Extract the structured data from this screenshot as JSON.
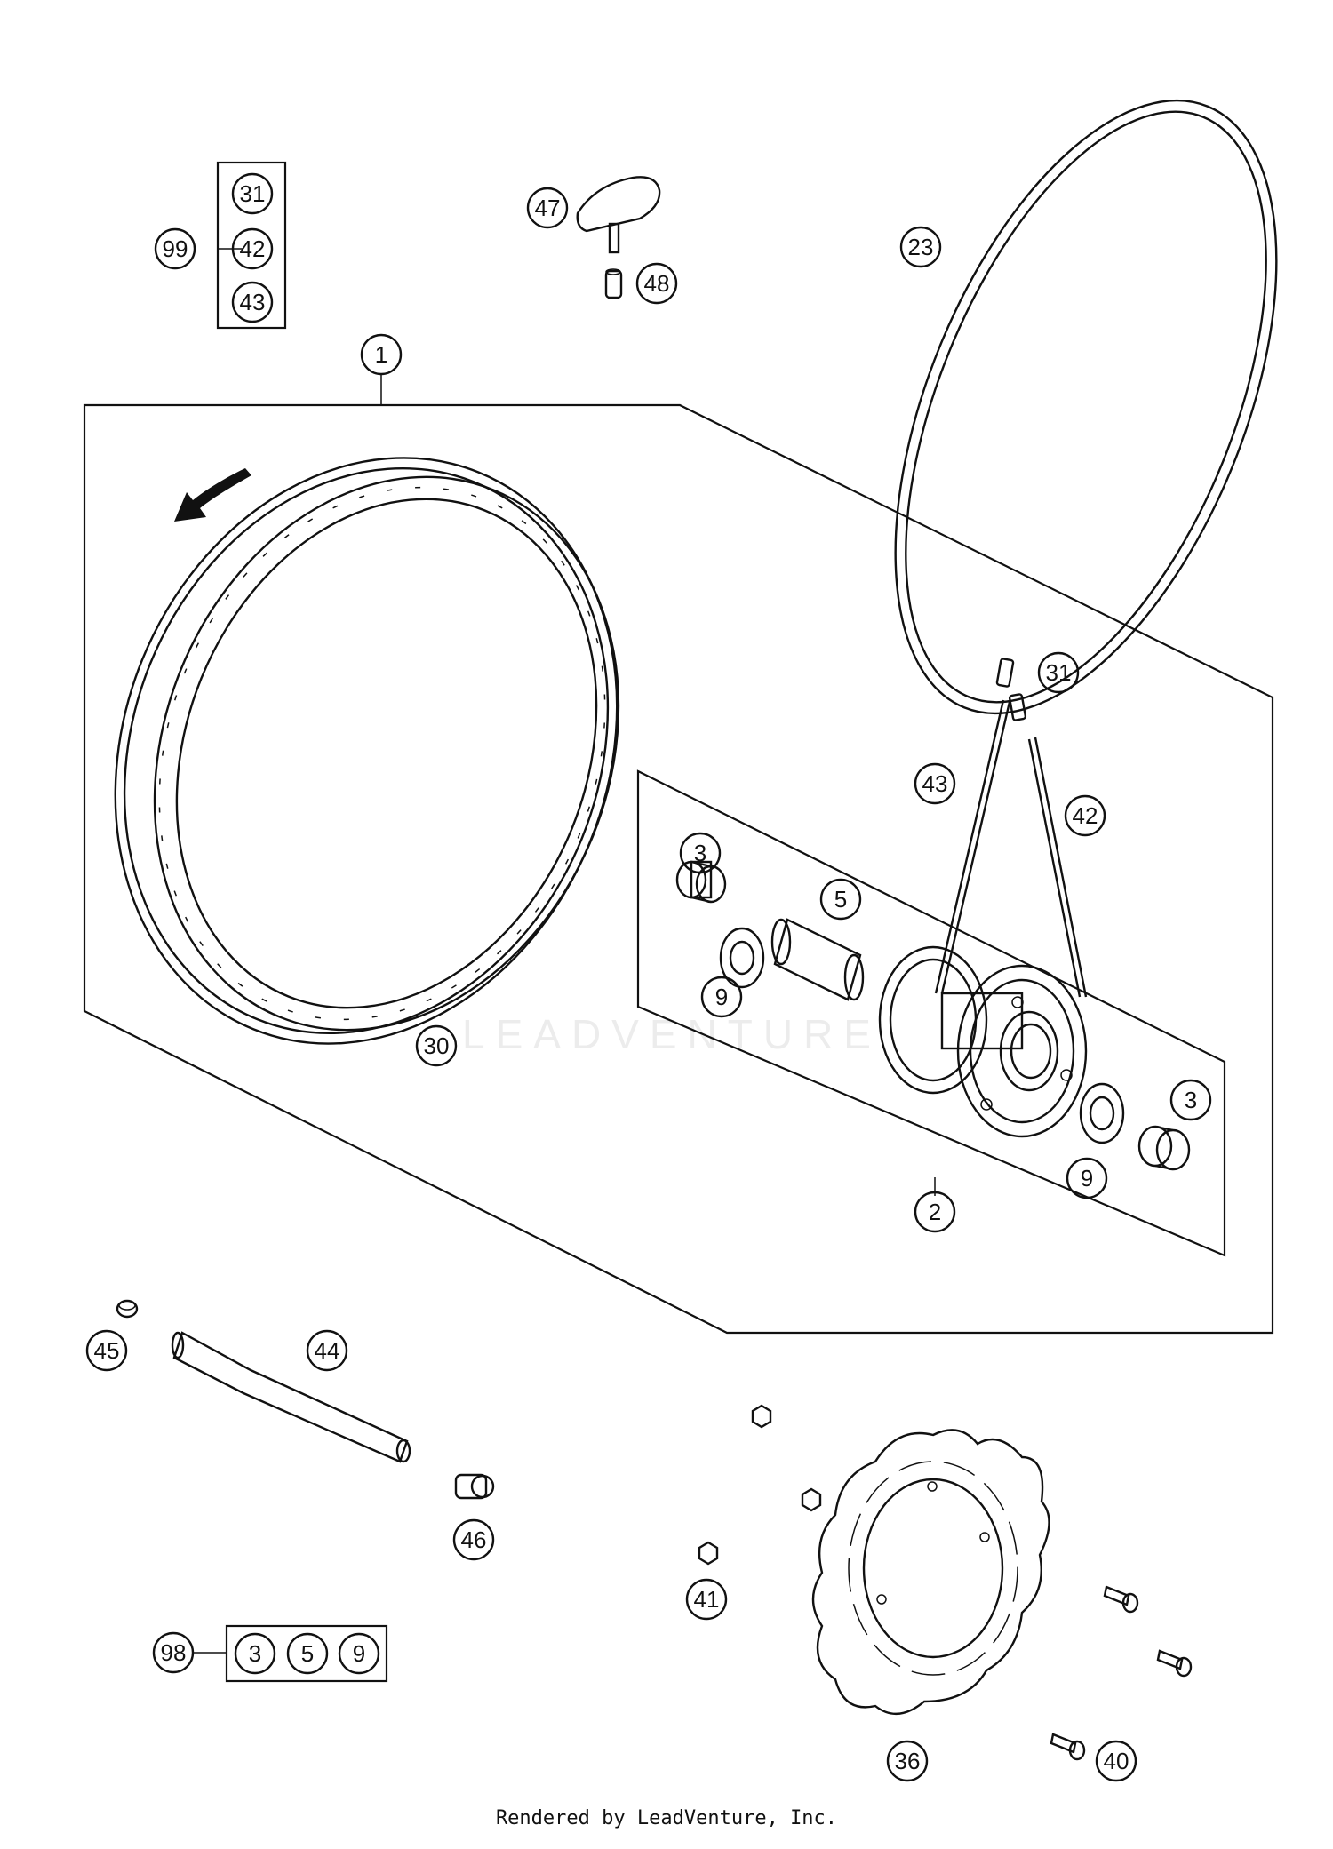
{
  "watermark": "LEADVENTURE",
  "footer": "Rendered by LeadVenture, Inc.",
  "callouts": {
    "c1": "1",
    "c2": "2",
    "c3a": "3",
    "c3b": "3",
    "c5": "5",
    "c9a": "9",
    "c9b": "9",
    "c23": "23",
    "c30": "30",
    "c31": "31",
    "c42": "42",
    "c43": "43",
    "c36": "36",
    "c40": "40",
    "c41": "41",
    "c44": "44",
    "c45": "45",
    "c46": "46",
    "c47": "47",
    "c48": "48",
    "kit99": "99",
    "kit99_31": "31",
    "kit99_42": "42",
    "kit99_43": "43",
    "kit98": "98",
    "kit98_3": "3",
    "kit98_5": "5",
    "kit98_9": "9"
  }
}
